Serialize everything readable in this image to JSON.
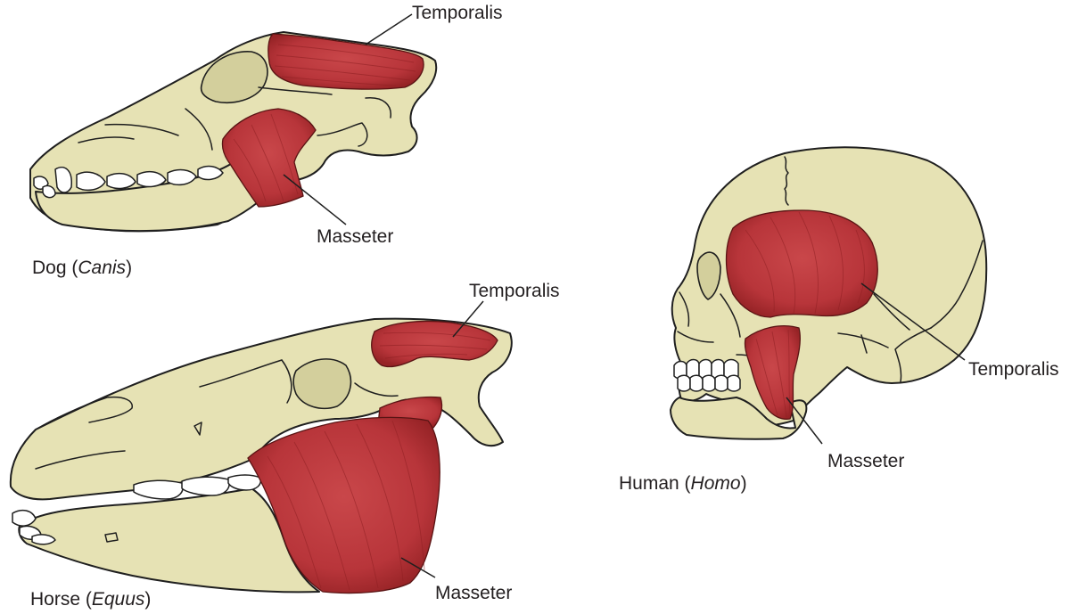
{
  "colors": {
    "bone": "#e6e2b4",
    "bone_shadow": "#d3cf9c",
    "muscle": "#c1383c",
    "muscle_dark": "#9b2528",
    "outline": "#1f1f1f",
    "teeth": "#ffffff"
  },
  "dog": {
    "name": "Dog (",
    "genus": "Canis",
    "close": ")",
    "temporalis_label": "Temporalis",
    "masseter_label": "Masseter"
  },
  "horse": {
    "name": "Horse (",
    "genus": "Equus",
    "close": ")",
    "temporalis_label": "Temporalis",
    "masseter_label": "Masseter"
  },
  "human": {
    "name": "Human (",
    "genus": "Homo",
    "close": ")",
    "temporalis_label": "Temporalis",
    "masseter_label": "Masseter"
  }
}
